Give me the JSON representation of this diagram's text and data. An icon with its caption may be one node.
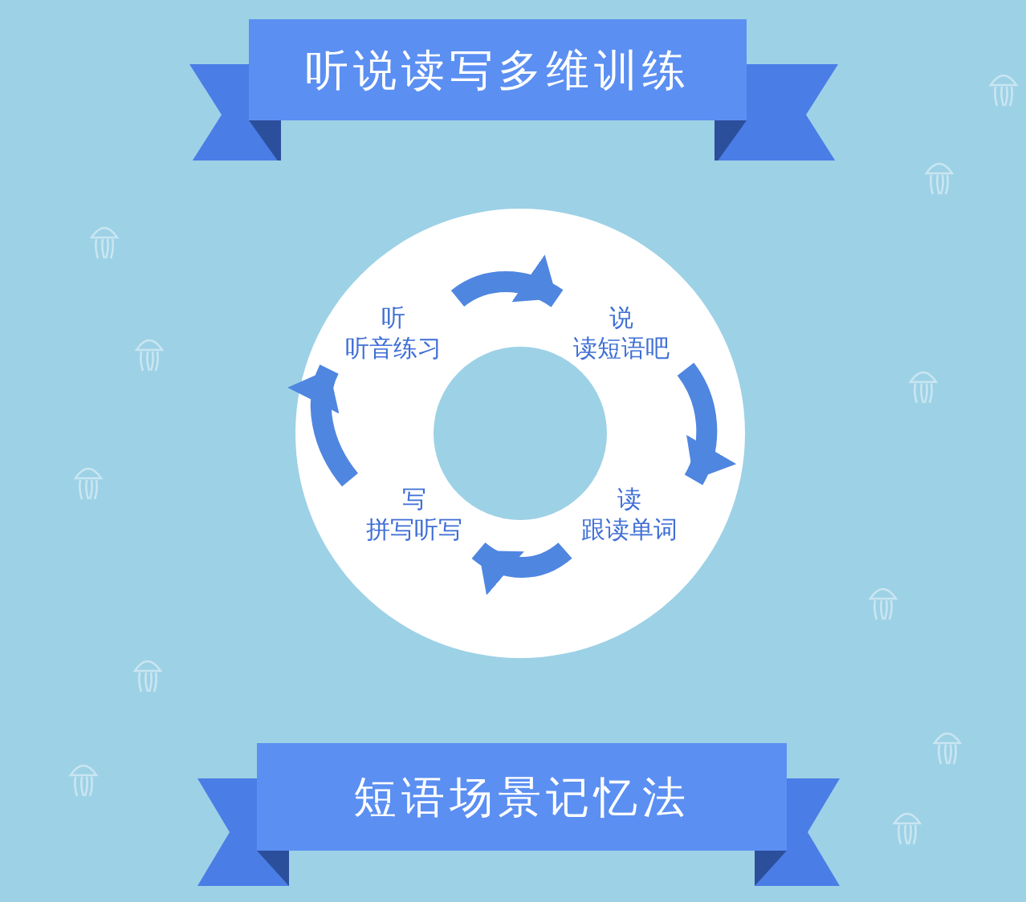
{
  "diagram": {
    "nodes": [
      {
        "text": [
          "听说读写多维训练"
        ]
      },
      {
        "text": [],
        "shape": "circle"
      },
      {
        "text": [
          "听",
          "听音练习"
        ],
        "in": 1
      },
      {
        "text": [
          "说",
          "读短语吧"
        ],
        "in": 1
      },
      {
        "text": [
          "读",
          "跟读单词"
        ],
        "in": 1
      },
      {
        "text": [
          "写",
          "拼写听写"
        ],
        "in": 1
      },
      {
        "text": [
          "短语场景记忆法"
        ]
      }
    ],
    "edges": [
      {
        "from": 2,
        "to": 3,
        "arrow": "to"
      },
      {
        "from": 3,
        "to": 4,
        "arrow": "to"
      },
      {
        "from": 4,
        "to": 5,
        "arrow": "to"
      },
      {
        "from": 5,
        "to": 2,
        "arrow": "to"
      }
    ]
  }
}
